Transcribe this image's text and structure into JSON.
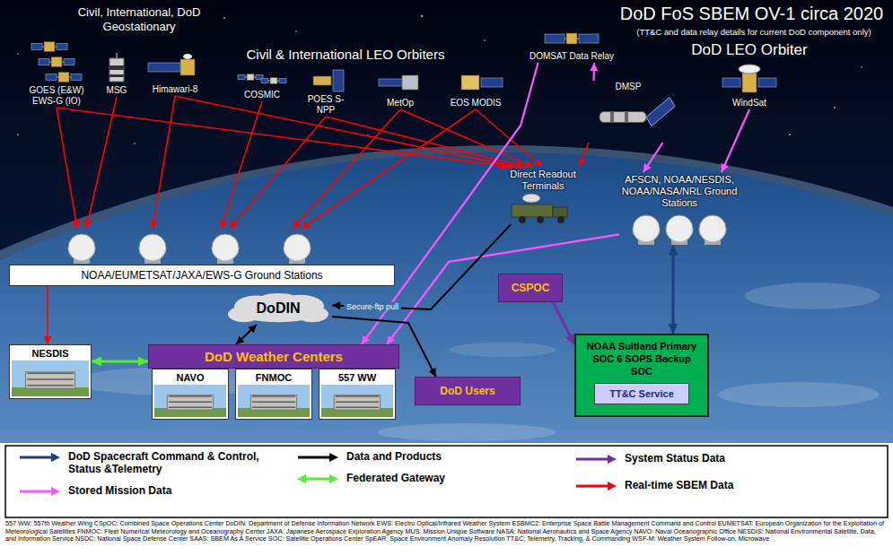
{
  "diagram": {
    "title": "DoD FoS SBEM OV-1 circa 2020",
    "nodes": [
      {
        "text": [
          "GOES (E&W) EWS-G (IO)"
        ]
      },
      {
        "text": [
          "MSG"
        ]
      },
      {
        "text": [
          "Himawari-8"
        ]
      },
      {
        "text": [
          "COSMIC"
        ]
      },
      {
        "text": [
          "POES S-NPP"
        ]
      },
      {
        "text": [
          "MetOp"
        ]
      },
      {
        "text": [
          "EOS MODIS"
        ]
      },
      {
        "text": [
          "DOMSAT Data Relay"
        ]
      },
      {
        "text": [
          "DMSP"
        ]
      },
      {
        "text": [
          "WindSat"
        ]
      },
      {
        "text": [
          "NOAA/EUMETSAT/JAXA/EWS-G Ground Stations"
        ]
      },
      {
        "text": [
          "Direct Readout Terminals"
        ]
      },
      {
        "text": [
          "AFSCN, NOAA/NESDIS, NOAA/NASA/NRL Ground Stations"
        ]
      },
      {
        "text": [
          "DoDIN"
        ]
      },
      {
        "text": [
          "CSPOC"
        ]
      },
      {
        "text": [
          "NOAA Suitland Primary SOC 6 SOPS Backup SOC"
        ]
      },
      {
        "text": [
          "TT&C Service"
        ],
        "in": 15
      },
      {
        "text": [
          "NESDIS"
        ]
      },
      {
        "text": [
          "DoD Weather Centers"
        ]
      },
      {
        "text": [
          "NAVO"
        ],
        "in": 18
      },
      {
        "text": [
          "FNMOC"
        ],
        "in": 18
      },
      {
        "text": [
          "557 WW"
        ],
        "in": 18
      },
      {
        "text": [
          "DoD Users"
        ]
      }
    ],
    "edges": [
      {
        "from": 0,
        "to": 10,
        "arrow": "to"
      },
      {
        "from": 1,
        "to": 10,
        "arrow": "to"
      },
      {
        "from": 2,
        "to": 10,
        "arrow": "to"
      },
      {
        "from": 3,
        "to": 10,
        "arrow": "to"
      },
      {
        "from": 4,
        "to": 10,
        "arrow": "to"
      },
      {
        "from": 5,
        "to": 10,
        "arrow": "to"
      },
      {
        "from": 6,
        "to": 10,
        "arrow": "to"
      },
      {
        "from": 0,
        "to": 11,
        "arrow": "to"
      },
      {
        "from": 2,
        "to": 11,
        "arrow": "to"
      },
      {
        "from": 4,
        "to": 11,
        "arrow": "to"
      },
      {
        "from": 5,
        "to": 11,
        "arrow": "to"
      },
      {
        "from": 6,
        "to": 11,
        "arrow": "to"
      },
      {
        "from": 8,
        "to": 11,
        "arrow": "to"
      },
      {
        "from": 10,
        "to": 17,
        "arrow": "to"
      },
      {
        "from": 8,
        "to": 7,
        "arrow": "to"
      },
      {
        "from": 7,
        "to": 18,
        "arrow": "to"
      },
      {
        "from": 8,
        "to": 12,
        "arrow": "to"
      },
      {
        "from": 9,
        "to": 12,
        "arrow": "to"
      },
      {
        "from": 12,
        "to": 18,
        "arrow": "to"
      },
      {
        "from": 13,
        "to": 18,
        "arrow": "both"
      },
      {
        "from": 13,
        "to": 22,
        "arrow": "to"
      },
      {
        "from": 11,
        "to": 13,
        "label": "Secure-ftp pull",
        "arrow": "to"
      },
      {
        "from": 17,
        "to": 18,
        "arrow": "both"
      },
      {
        "from": 14,
        "to": 15,
        "arrow": "to"
      },
      {
        "from": 12,
        "to": 15,
        "arrow": "both"
      }
    ],
    "labels": [
      "(TT&C and data relay details for current DoD component only)",
      "DoD LEO Orbiter",
      "Civil, International, DoD Geostationary",
      "Civil & International LEO Orbiters",
      "557 WW: 557th Weather Wing CSpOC: Combined Space Operations Center DoDIN: Department of Defense Information Network EWS: Electro Optical/Infrared Weather System ESBMC2: Enterprise Space Battle Management Command and Control EUMETSAT: European Organization for the Exploitation of Meteorological Satellites FNMOC: Fleet Numerical Meteorology and Oceanography Center JAXA: Japanese Aerospace Exploration Agency MUS: Mission Unique Software NASA: National Aeronautics and Space Agency NAVO: Naval Oceanographic Office NESDIS: National Environmental Satellite, Data, and Information Service NSDC: National Space Defense Center SAAS: SBEM As A Service SOC: Satellite Operations Center SpEAR: Space Environment Anomaly Resolution TT&C; Telemetry, Tracking, & Commanding WSF-M: Weather System Follow-on, Microwave"
    ],
    "legend": [
      {
        "text": "DoD Spacecraft Command & Control, Status &Telemetry"
      },
      {
        "text": "Stored Mission Data"
      },
      {
        "text": "Data and Products"
      },
      {
        "text": "Federated Gateway"
      },
      {
        "text": "System Status Data"
      },
      {
        "text": "Real-time SBEM Data"
      }
    ]
  }
}
